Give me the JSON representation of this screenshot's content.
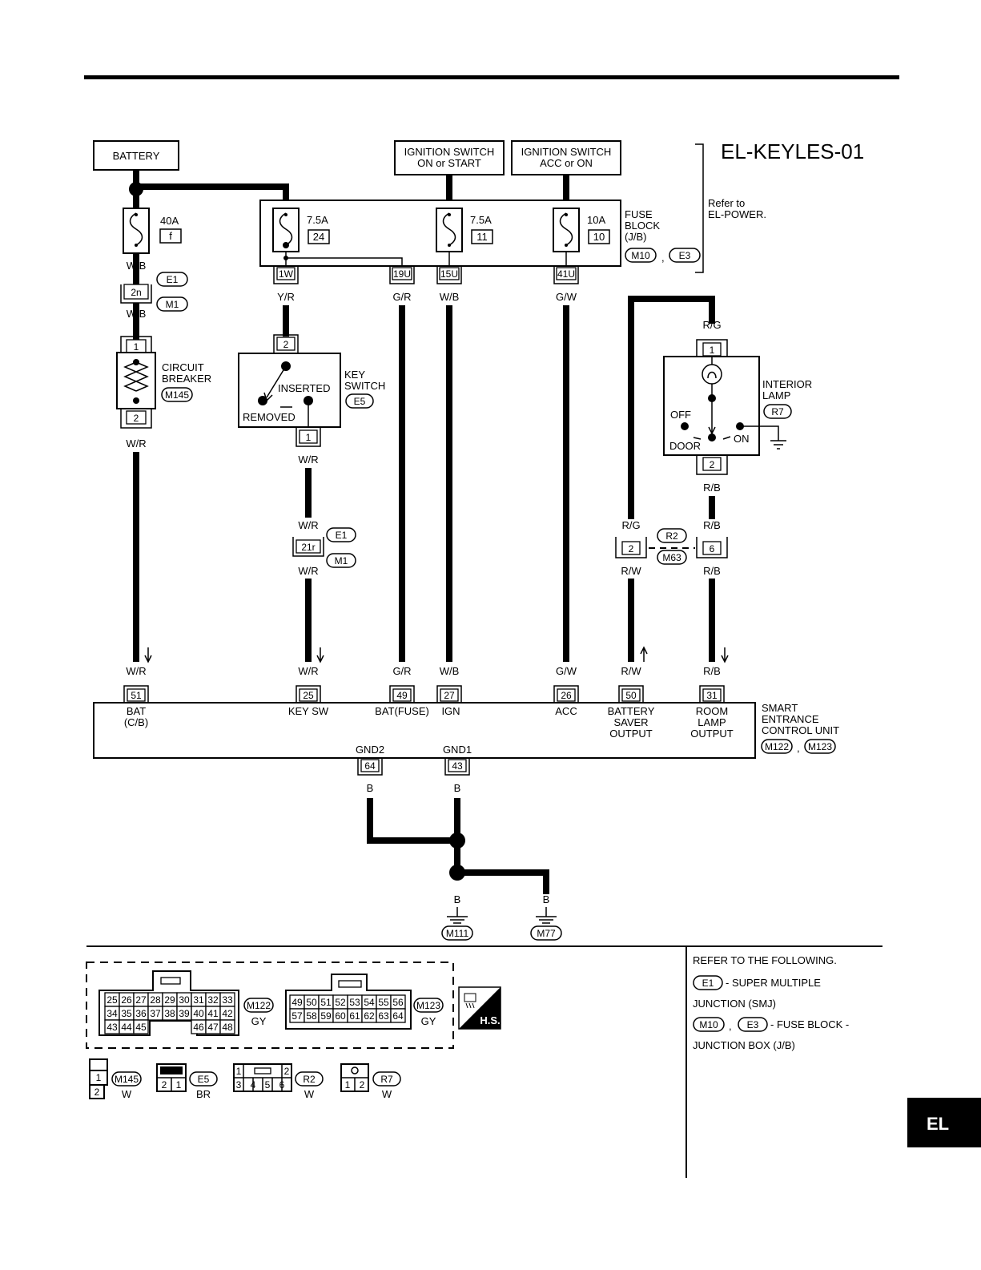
{
  "page": {
    "diagram_id": "EL-KEYLES-01",
    "section_tab": "EL"
  },
  "sources": {
    "battery": "BATTERY",
    "ign_on_start": [
      "IGNITION SWITCH",
      "ON or START"
    ],
    "ign_acc_on": [
      "IGNITION SWITCH",
      "ACC or ON"
    ],
    "refer": [
      "Refer to",
      "EL-POWER."
    ]
  },
  "fuse_block": {
    "label": [
      "FUSE",
      "BLOCK",
      "(J/B)"
    ],
    "connectors": [
      "M10",
      "E3"
    ],
    "separator": ",",
    "fuses": [
      {
        "amp": "7.5A",
        "num": "24"
      },
      {
        "amp": "7.5A",
        "num": "11"
      },
      {
        "amp": "10A",
        "num": "10"
      }
    ],
    "terminals": [
      "1W",
      "19U",
      "15U",
      "41U"
    ]
  },
  "battery_fuse": {
    "amp": "40A",
    "num": "f"
  },
  "circuit_breaker": {
    "label": [
      "CIRCUIT",
      "BREAKER"
    ],
    "connector": "M145",
    "pin_top": "1",
    "pin_bottom": "2"
  },
  "smj_joint_1": {
    "pin": "2n",
    "connectors": [
      "E1",
      "M1"
    ]
  },
  "smj_joint_2": {
    "pin": "21r",
    "connectors": [
      "E1",
      "M1"
    ]
  },
  "key_switch": {
    "label": [
      "KEY",
      "SWITCH"
    ],
    "connector": "E5",
    "inserted": "INSERTED",
    "removed": "REMOVED",
    "pin_top": "2",
    "pin_bottom": "1"
  },
  "interior_lamp": {
    "label": [
      "INTERIOR",
      "LAMP"
    ],
    "connector": "R7",
    "off": "OFF",
    "on": "ON",
    "door": "DOOR",
    "pin_top": "1",
    "pin_bottom": "2"
  },
  "joint_r2": {
    "pin_left": "2",
    "pin_right": "6",
    "connectors": [
      "R2",
      "M63"
    ]
  },
  "wire_colors": {
    "wb": "W/B",
    "wr": "W/R",
    "yr": "Y/R",
    "gr": "G/R",
    "gw": "G/W",
    "rg": "R/G",
    "rb": "R/B",
    "rw": "R/W",
    "b": "B"
  },
  "control_unit": {
    "label": [
      "SMART",
      "ENTRANCE",
      "CONTROL UNIT"
    ],
    "connectors": [
      "M122",
      "M123"
    ],
    "separator": ",",
    "terminals": [
      {
        "pin": "51",
        "name": [
          "BAT",
          "(C/B)"
        ]
      },
      {
        "pin": "25",
        "name": [
          "KEY SW"
        ]
      },
      {
        "pin": "49",
        "name": [
          "BAT(FUSE)"
        ]
      },
      {
        "pin": "27",
        "name": [
          "IGN"
        ]
      },
      {
        "pin": "26",
        "name": [
          "ACC"
        ]
      },
      {
        "pin": "50",
        "name": [
          "BATTERY",
          "SAVER",
          "OUTPUT"
        ]
      },
      {
        "pin": "31",
        "name": [
          "ROOM",
          "LAMP",
          "OUTPUT"
        ]
      }
    ],
    "grounds": [
      {
        "pin": "64",
        "name": "GND2"
      },
      {
        "pin": "43",
        "name": "GND1"
      }
    ]
  },
  "ground_points": [
    "M111",
    "M77"
  ],
  "connector_views": {
    "m122": {
      "id": "M122",
      "color": "GY",
      "rows": [
        [
          "25",
          "26",
          "27",
          "28",
          "29",
          "30",
          "31",
          "32",
          "33"
        ],
        [
          "34",
          "35",
          "36",
          "37",
          "38",
          "39",
          "40",
          "41",
          "42"
        ],
        [
          "43",
          "44",
          "45",
          "",
          "",
          "",
          "46",
          "47",
          "48"
        ]
      ]
    },
    "m123": {
      "id": "M123",
      "color": "GY",
      "rows": [
        [
          "49",
          "50",
          "51",
          "52",
          "53",
          "54",
          "55",
          "56"
        ],
        [
          "57",
          "58",
          "59",
          "60",
          "61",
          "62",
          "63",
          "64"
        ]
      ]
    },
    "hs_badge": "H.S.",
    "m145": {
      "id": "M145",
      "color": "W",
      "pins": [
        "1",
        "2"
      ]
    },
    "e5": {
      "id": "E5",
      "color": "BR",
      "pins": [
        "2",
        "1"
      ]
    },
    "r2": {
      "id": "R2",
      "color": "W",
      "pins": [
        "1",
        "2",
        "3",
        "4",
        "5",
        "6"
      ]
    },
    "r7": {
      "id": "R7",
      "color": "W",
      "pins": [
        "1",
        "2"
      ]
    }
  },
  "reference": {
    "heading": "REFER TO THE FOLLOWING.",
    "smj_conn": "E1",
    "smj_text": "- SUPER MULTIPLE",
    "smj_text2": "JUNCTION (SMJ)",
    "jb_conn1": "M10",
    "jb_sep": ",",
    "jb_conn2": "E3",
    "jb_text": "- FUSE BLOCK -",
    "jb_text2": "JUNCTION BOX (J/B)"
  }
}
